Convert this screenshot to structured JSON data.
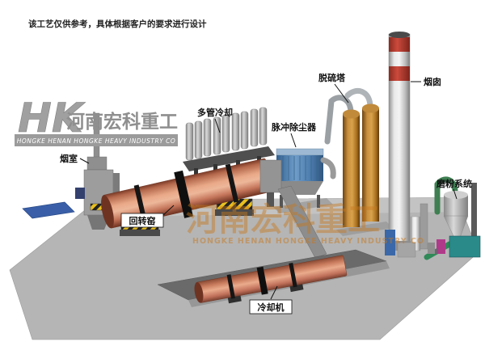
{
  "note": "该工艺仅供参考，具体根据客户的要求进行设计",
  "logo": {
    "monogram": "HK",
    "company_cn": "河南宏科重工",
    "company_en": "HONGKE HENAN HONGKE HEAVY INDUSTRY CO"
  },
  "watermark": {
    "cn": "河南宏科重工",
    "en": "HONGKE HENAN HONGKE HEAVY INDUSTRY CO"
  },
  "labels": {
    "smoke_chamber": "烟室",
    "multi_tube_cooler": "多管冷却",
    "pulse_dust_collector": "脉冲除尘器",
    "desulfurization_tower": "脱硫塔",
    "chimney": "烟囱",
    "grinding_system": "磨粉系统",
    "rotary_kiln": "回转窑",
    "cooling_machine": "冷却机"
  },
  "colors": {
    "kiln_shell": "#d98a66",
    "dust_collector_blue": "#4f7fb5",
    "tower_tan": "#c08a3a",
    "chimney_red": "#bb3a2e",
    "platform_gray": "#b5b5b5",
    "hazard_yellow": "#e8c020",
    "blue_pad": "#3a5fa8",
    "grinder_teal": "#2a8a8a",
    "grinder_magenta": "#b03a8a",
    "watermark_orange": "#c8791e"
  }
}
